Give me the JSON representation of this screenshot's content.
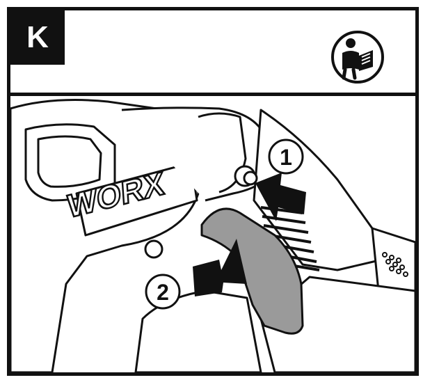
{
  "step": {
    "letter": "K"
  },
  "icons": {
    "manual": "read-manual-icon"
  },
  "illustration": {
    "brand": "WORX",
    "callouts": [
      {
        "number": "1"
      },
      {
        "number": "2"
      }
    ]
  },
  "colors": {
    "ink": "#111111",
    "handle_grey": "#9a9a9a",
    "background": "#ffffff"
  }
}
